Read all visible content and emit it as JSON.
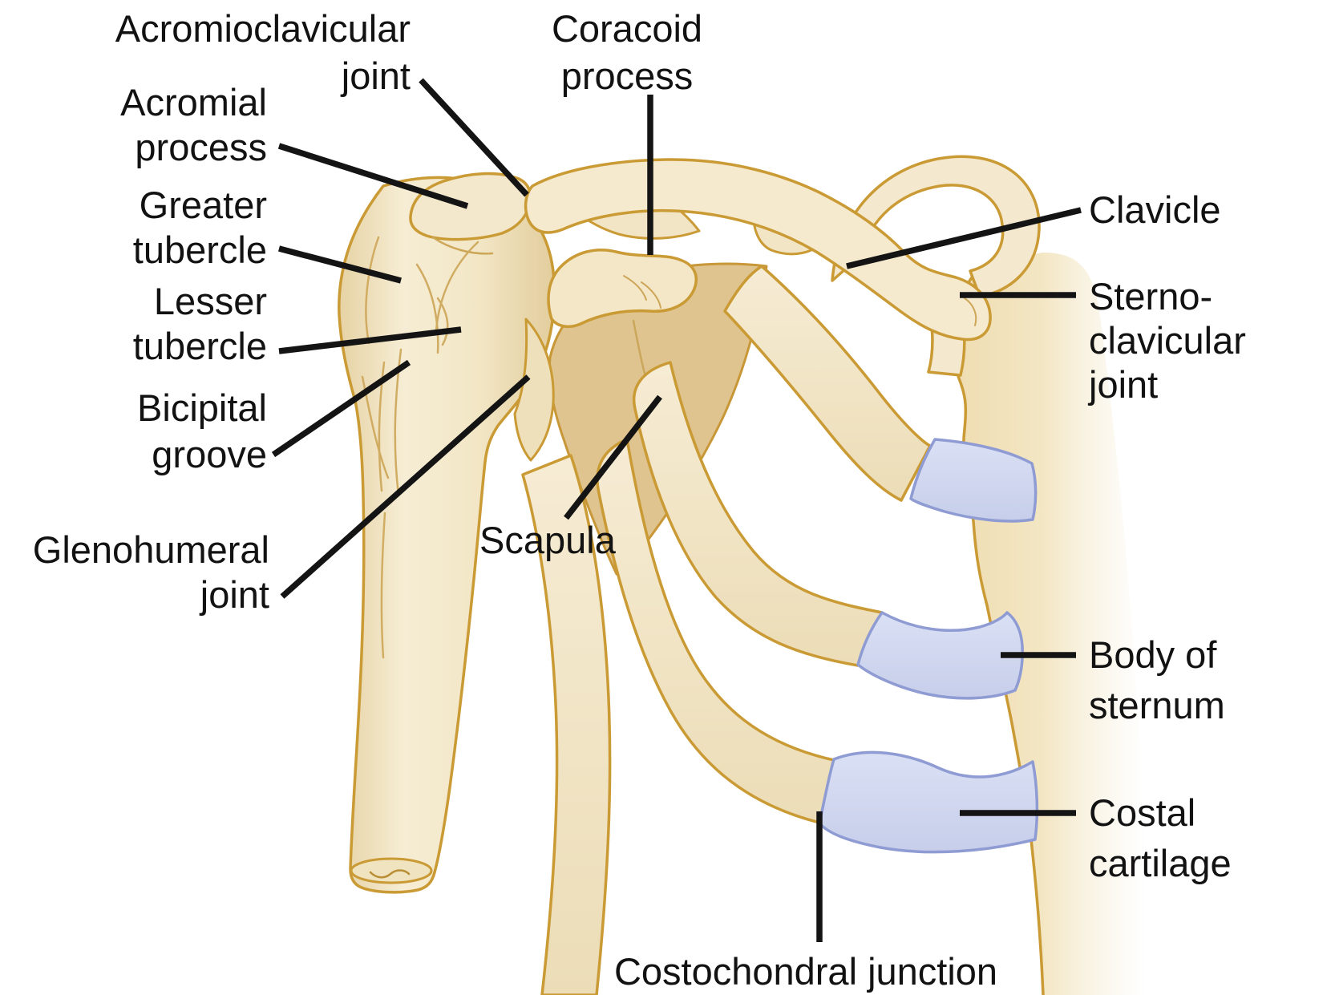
{
  "figure": {
    "type": "anatomical-diagram",
    "subject": "Anterior view of the shoulder girdle: humerus, scapula, clavicle, ribs, costal cartilages and sternum",
    "background": "#ffffff"
  },
  "colors": {
    "bone_fill": "#F5EACD",
    "bone_fill_shadow": "#E6D2A4",
    "scapula_body_fill": "#DFC48F",
    "sternum_fill": "#EFDDB2",
    "bone_outline": "#CA9A35",
    "bone_detail_line": "#CDA658",
    "cartilage_fill": "#CED5EE",
    "cartilage_outline": "#8F9BD3",
    "leader_line": "#141414",
    "text": "#121212"
  },
  "labels": {
    "acromioclavicular_joint": {
      "lines": [
        "Acromioclavicular",
        "joint"
      ]
    },
    "acromial_process": {
      "lines": [
        "Acromial",
        "process"
      ]
    },
    "greater_tubercle": {
      "lines": [
        "Greater",
        "tubercle"
      ]
    },
    "lesser_tubercle": {
      "lines": [
        "Lesser",
        "tubercle"
      ]
    },
    "bicipital_groove": {
      "lines": [
        "Bicipital",
        "groove"
      ]
    },
    "glenohumeral_joint": {
      "lines": [
        "Glenohumeral",
        "joint"
      ]
    },
    "scapula": {
      "lines": [
        "Scapula"
      ]
    },
    "coracoid_process": {
      "lines": [
        "Coracoid",
        "process"
      ]
    },
    "clavicle": {
      "lines": [
        "Clavicle"
      ]
    },
    "sternoclavicular_joint": {
      "lines": [
        "Sterno-",
        "clavicular",
        "joint"
      ]
    },
    "body_of_sternum": {
      "lines": [
        "Body of",
        "sternum"
      ]
    },
    "costal_cartilage": {
      "lines": [
        "Costal",
        "cartilage"
      ]
    },
    "costochondral_junction": {
      "lines": [
        "Costochondral junction"
      ]
    }
  }
}
